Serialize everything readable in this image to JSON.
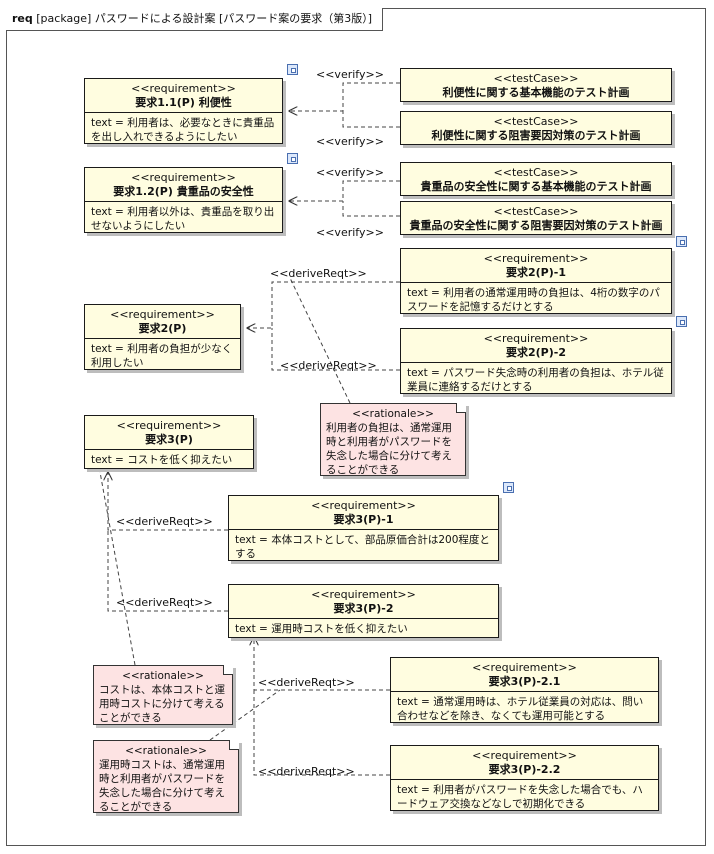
{
  "frame": {
    "kind": "req",
    "title": "[package] パスワードによる設計案 [パスワード案の要求（第3版）]"
  },
  "requirements": {
    "r11": {
      "stereotype": "<<requirement>>",
      "name": "要求1.1(P) 利便性",
      "text": "text = 利用者は、必要なときに貴重品を出し入れできるようにしたい"
    },
    "r12": {
      "stereotype": "<<requirement>>",
      "name": "要求1.2(P) 貴重品の安全性",
      "text": "text = 利用者以外は、貴重品を取り出せないようにしたい"
    },
    "r2": {
      "stereotype": "<<requirement>>",
      "name": "要求2(P)",
      "text": "text = 利用者の負担が少なく利用したい"
    },
    "r21": {
      "stereotype": "<<requirement>>",
      "name": "要求2(P)-1",
      "text": "text = 利用者の通常運用時の負担は、4桁の数字のパスワードを記憶するだけとする"
    },
    "r22": {
      "stereotype": "<<requirement>>",
      "name": "要求2(P)-2",
      "text": "text = パスワード失念時の利用者の負担は、ホテル従業員に連絡するだけとする"
    },
    "r3": {
      "stereotype": "<<requirement>>",
      "name": "要求3(P)",
      "text": "text = コストを低く抑えたい"
    },
    "r31": {
      "stereotype": "<<requirement>>",
      "name": "要求3(P)-1",
      "text": "text = 本体コストとして、部品原価合計は200程度とする"
    },
    "r32": {
      "stereotype": "<<requirement>>",
      "name": "要求3(P)-2",
      "text": "text = 運用時コストを低く抑えたい"
    },
    "r321": {
      "stereotype": "<<requirement>>",
      "name": "要求3(P)-2.1",
      "text": "text = 通常運用時は、ホテル従業員の対応は、問い合わせなどを除き、なくても運用可能とする"
    },
    "r322": {
      "stereotype": "<<requirement>>",
      "name": "要求3(P)-2.2",
      "text": "text = 利用者がパスワードを失念した場合でも、ハードウェア交換などなしで初期化できる"
    }
  },
  "testcases": {
    "t1": {
      "stereotype": "<<testCase>>",
      "name": "利便性に関する基本機能のテスト計画"
    },
    "t2": {
      "stereotype": "<<testCase>>",
      "name": "利便性に関する阻害要因対策のテスト計画"
    },
    "t3": {
      "stereotype": "<<testCase>>",
      "name": "貴重品の安全性に関する基本機能のテスト計画"
    },
    "t4": {
      "stereotype": "<<testCase>>",
      "name": "貴重品の安全性に関する阻害要因対策のテスト計画"
    }
  },
  "rationales": {
    "n1": {
      "stereotype": "<<rationale>>",
      "text": "利用者の負担は、通常運用時と利用者がパスワードを失念した場合に分けて考えることができる"
    },
    "n2": {
      "stereotype": "<<rationale>>",
      "text": "コストは、本体コストと運用時コストに分けて考えることができる"
    },
    "n3": {
      "stereotype": "<<rationale>>",
      "text": "運用時コストは、通常運用時と利用者がパスワードを失念した場合に分けて考えることができる"
    }
  },
  "labels": {
    "verify": "<<verify>>",
    "derive": "<<deriveReqt>>"
  }
}
